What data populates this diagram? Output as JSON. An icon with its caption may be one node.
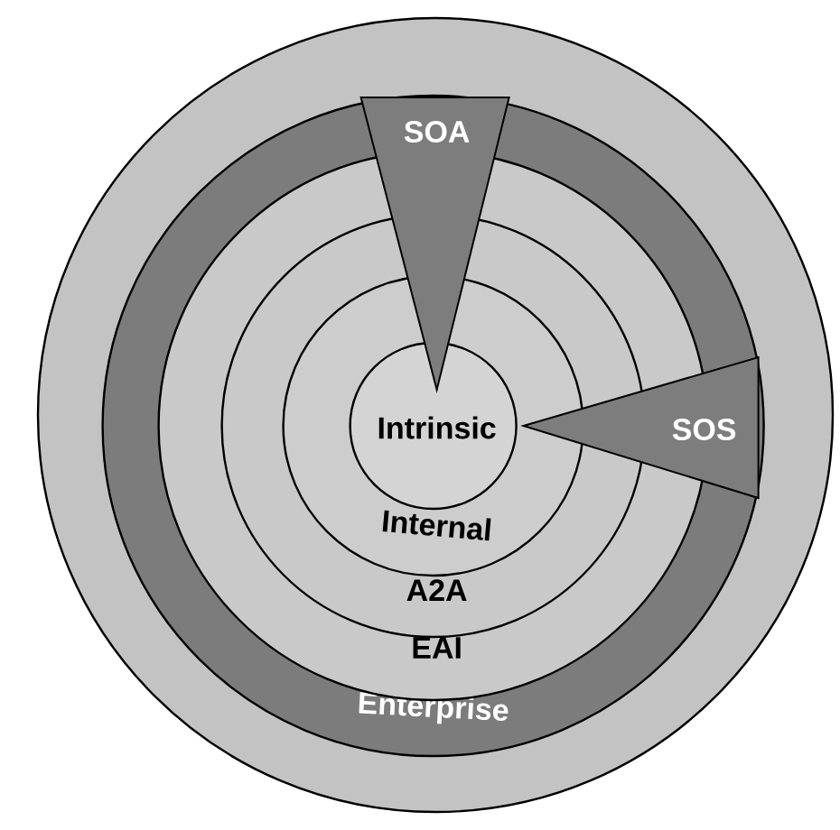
{
  "diagram": {
    "nodes": [
      {
        "text": [],
        "shape": "circle"
      },
      {
        "text": [
          "Enterprise"
        ],
        "in": 0
      },
      {
        "text": [
          "EAI"
        ],
        "in": 1
      },
      {
        "text": [
          "A2A"
        ],
        "in": 2
      },
      {
        "text": [
          "Internal"
        ],
        "in": 3
      },
      {
        "text": [
          "Intrinsic"
        ],
        "in": 4
      },
      {
        "text": [
          "SOA"
        ],
        "in": 1
      },
      {
        "text": [
          "SOS"
        ],
        "in": 1
      }
    ]
  }
}
